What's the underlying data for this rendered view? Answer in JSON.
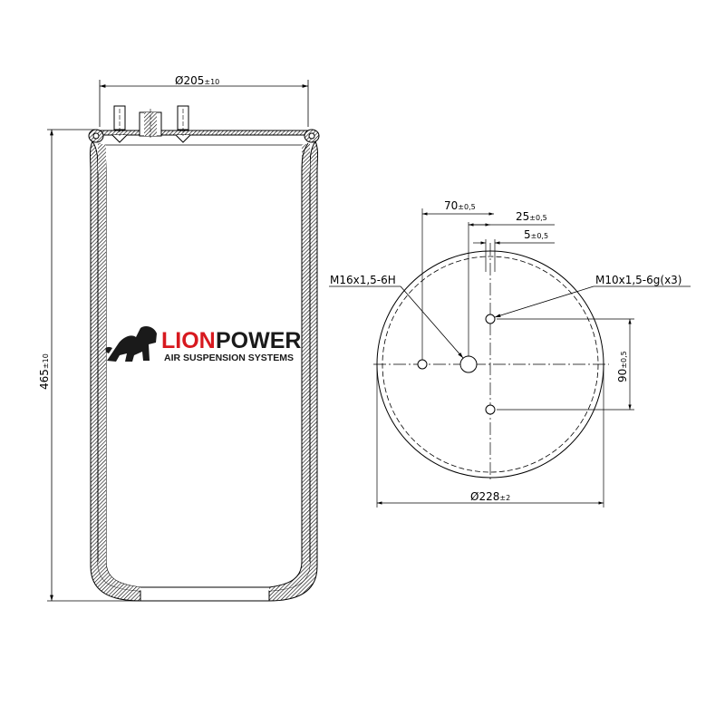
{
  "side_view": {
    "diameter_label": "Ø205",
    "diameter_tol": "±10",
    "height_label": "465",
    "height_tol": "±10"
  },
  "logo": {
    "word1": "LION",
    "word2": "POWER",
    "tagline": "AIR SUSPENSION SYSTEMS",
    "colors": {
      "red": "#d7191f",
      "dark": "#1a1a1a"
    }
  },
  "top_view": {
    "dim_70": "70",
    "dim_70_tol": "±0,5",
    "dim_25": "25",
    "dim_25_tol": "±0,5",
    "dim_5": "5",
    "dim_5_tol": "±0,5",
    "dim_90": "90",
    "dim_90_tol": "±0,5",
    "diameter_label": "Ø228",
    "diameter_tol": "±2",
    "thread_center": "M16x1,5-6H",
    "thread_studs": "M10x1,5-6g(x3)"
  }
}
